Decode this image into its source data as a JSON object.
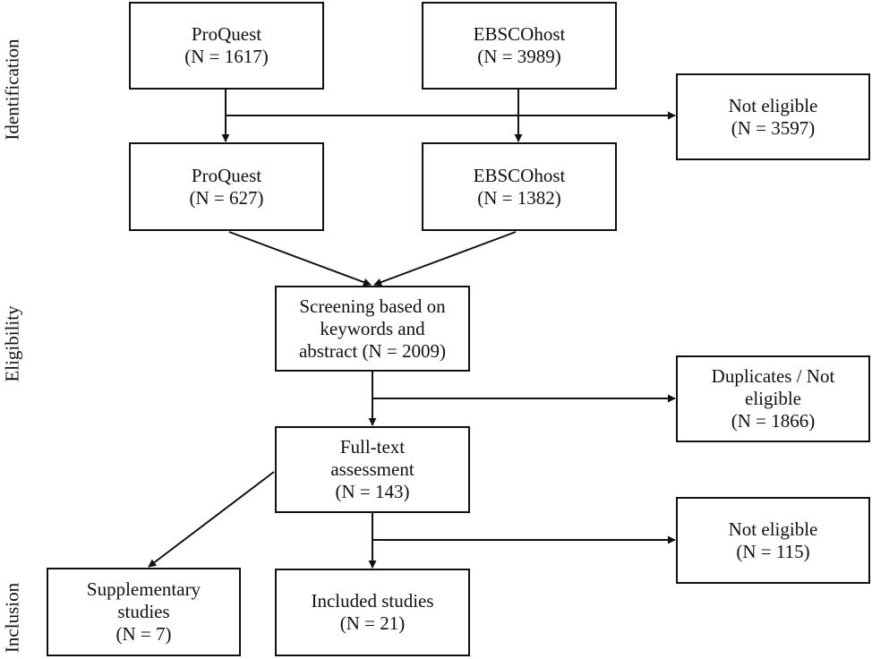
{
  "stages": {
    "identification": "Identification",
    "eligibility": "Eligibility",
    "inclusion": "Inclusion"
  },
  "boxes": {
    "proquest_search": [
      "ProQuest",
      "(N = 1617)"
    ],
    "ebsco_search": [
      "EBSCOhost",
      "(N = 3989)"
    ],
    "not_eligible_1": [
      "Not eligible",
      "(N = 3597)"
    ],
    "proquest_eligible": [
      "ProQuest",
      "(N = 627)"
    ],
    "ebsco_eligible": [
      "EBSCOhost",
      "(N = 1382)"
    ],
    "screening": [
      "Screening based on",
      "keywords and",
      "abstract (N = 2009)"
    ],
    "duplicates": [
      "Duplicates / Not",
      "eligible",
      "(N = 1866)"
    ],
    "fulltext": [
      "Full-text",
      "assessment",
      "(N = 143)"
    ],
    "not_eligible_2": [
      "Not eligible",
      "(N = 115)"
    ],
    "supplementary": [
      "Supplementary",
      "studies",
      "(N = 7)"
    ],
    "included": [
      "Included studies",
      "(N = 21)"
    ]
  },
  "colors": {
    "stroke": "#111111",
    "background": "#ffffff"
  }
}
